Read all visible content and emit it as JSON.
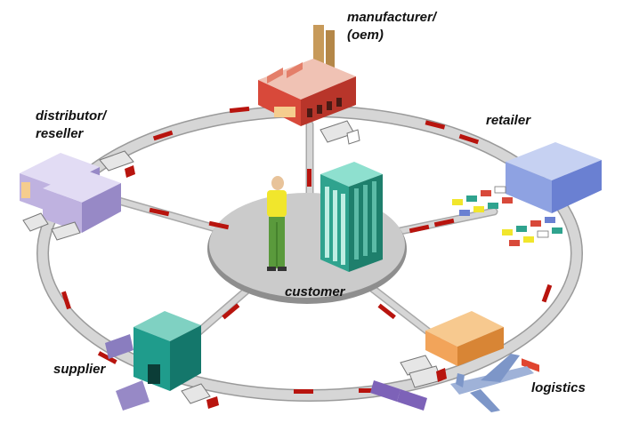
{
  "labels": {
    "manufacturer_line1": "manufacturer/",
    "manufacturer_line2": "(oem)",
    "distributor_line1": "distributor/",
    "distributor_line2": "reseller",
    "retailer": "retailer",
    "supplier": "supplier",
    "logistics": "logistics",
    "customer": "customer"
  },
  "colors": {
    "ring": "#d0d0d0",
    "ring_edge": "#9a9a9a",
    "arrow": "#b8140e",
    "hub": "#c9c9c9",
    "factory_red": "#d8493a",
    "factory_pink": "#f0c2b4",
    "tower_teal": "#2fa38e",
    "warehouse_purple": "#bfb2e0",
    "retail_blue": "#6f85d8",
    "supplier_teal": "#1f9c8c",
    "logistics_orange": "#f2a45a",
    "plane_blue": "#7d96c8",
    "person_yellow": "#f1e62c",
    "person_green": "#5a9a3c"
  },
  "nodes": [
    {
      "id": "manufacturer",
      "icon": "factory-icon"
    },
    {
      "id": "distributor",
      "icon": "warehouse-icon"
    },
    {
      "id": "retailer",
      "icon": "store-icon"
    },
    {
      "id": "supplier",
      "icon": "supplier-building-icon"
    },
    {
      "id": "logistics",
      "icon": "airplane-icon"
    },
    {
      "id": "customer",
      "icon": "person-icon"
    }
  ]
}
